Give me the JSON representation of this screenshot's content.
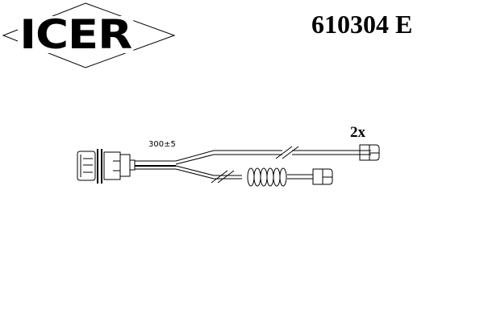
{
  "brand": {
    "name": "ICER",
    "logo_icon": "diamond-outline-icon"
  },
  "part": {
    "number": "610304 E"
  },
  "diagram": {
    "subject": "brake pad wear sensor cable",
    "quantity_label": "2x",
    "dimension_label": "300±5",
    "components": [
      "connector-plug",
      "split-cable",
      "coiled-cable-section",
      "sensor-tip-upper",
      "sensor-tip-lower",
      "cable-break-marks"
    ],
    "line_color": "#000000",
    "background_color": "#ffffff"
  }
}
